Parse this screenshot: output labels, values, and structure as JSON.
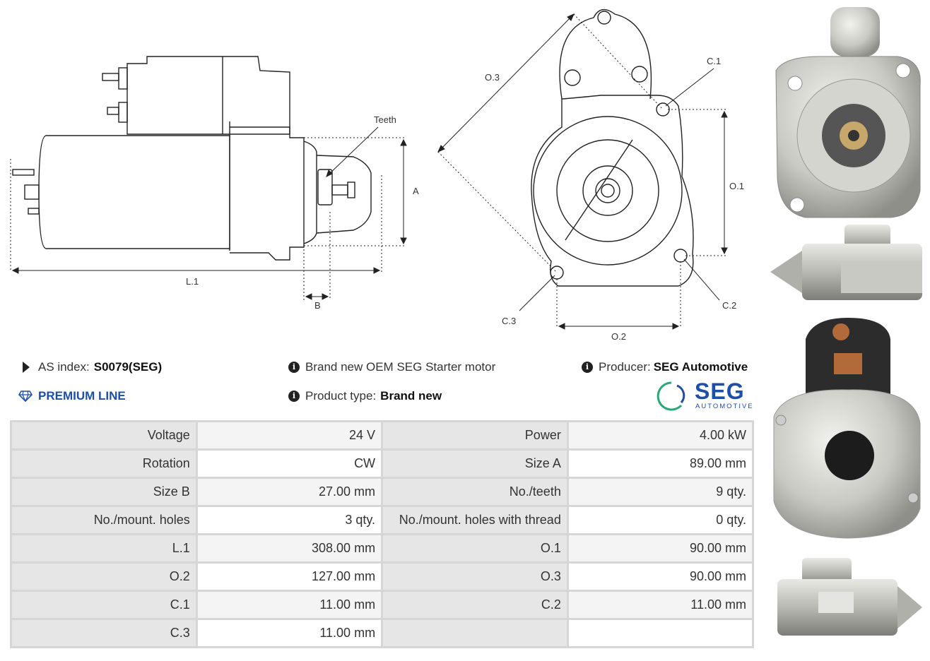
{
  "drawing_labels": {
    "teeth": "Teeth",
    "a": "A",
    "b": "B",
    "l1": "L.1",
    "o1": "O.1",
    "o2": "O.2",
    "o3": "O.3",
    "c1": "C.1",
    "c2": "C.2",
    "c3": "C.3"
  },
  "info": {
    "as_index_label": "AS index:",
    "as_index_value": "S0079(SEG)",
    "premium": "PREMIUM LINE",
    "description": "Brand new OEM SEG Starter motor",
    "product_type_label": "Product type:",
    "product_type_value": "Brand new",
    "producer_label": "Producer:",
    "producer_value": "SEG Automotive"
  },
  "logo": {
    "name": "SEG",
    "sub": "AUTOMOTIVE",
    "color": "#1f4ea6",
    "accent": "#2aa876"
  },
  "specs": [
    [
      "Voltage",
      "24 V",
      "Power",
      "4.00 kW"
    ],
    [
      "Rotation",
      "CW",
      "Size A",
      "89.00 mm"
    ],
    [
      "Size B",
      "27.00 mm",
      "No./teeth",
      "9 qty."
    ],
    [
      "No./mount. holes",
      "3 qty.",
      "No./mount. holes with thread",
      "0 qty."
    ],
    [
      "L.1",
      "308.00 mm",
      "O.1",
      "90.00 mm"
    ],
    [
      "O.2",
      "127.00 mm",
      "O.3",
      "90.00 mm"
    ],
    [
      "C.1",
      "11.00 mm",
      "C.2",
      "11.00 mm"
    ],
    [
      "C.3",
      "11.00 mm",
      "",
      ""
    ]
  ]
}
